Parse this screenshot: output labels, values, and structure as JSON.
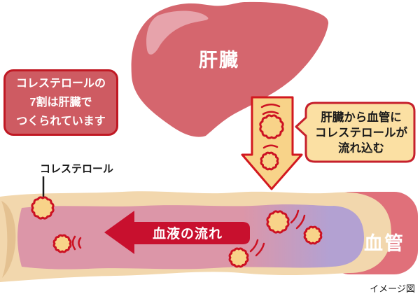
{
  "diagram": {
    "liver_label": "肝臓",
    "vessel_label": "血管",
    "cholesterol_label": "コレステロール",
    "blood_flow_label": "血液の流れ",
    "caption": "イメージ図",
    "info_box": {
      "lines": [
        "コレステロールの",
        "7割は肝臓で",
        "つくられています"
      ]
    },
    "speech_bubble": {
      "lines": [
        "肝臓から血管に",
        "コレステロールが",
        "流れ込む"
      ]
    }
  },
  "icons": {
    "down_arrow": "down-arrow-icon",
    "blood_flow_arrow": "left-arrow-icon",
    "cholesterol_particle": "cholesterol-particle-icon",
    "motion_marks": "motion-marks-icon"
  },
  "colors": {
    "liver": "#d5666e",
    "liver_highlight": "#e7a3ab",
    "info_box_fill": "#ce5b62",
    "info_box_border": "#c01823",
    "arrow_fill": "#f8d389",
    "arrow_stroke": "#d2181f",
    "bubble_fill": "#fbe0a3",
    "bubble_border": "#c6202c",
    "vessel_outer": "#e0707a",
    "vessel_wall": "#f2d7ad",
    "vessel_wall_shade": "#e4c191",
    "lumen_pink": "#dc96a8",
    "lumen_purple": "#b3a1d2",
    "flow_arrow": "#c8102e",
    "particle_fill": "#f8d389",
    "particle_stroke": "#cc1122",
    "text_dark": "#1a1a1a",
    "text_light": "#ffffff"
  }
}
